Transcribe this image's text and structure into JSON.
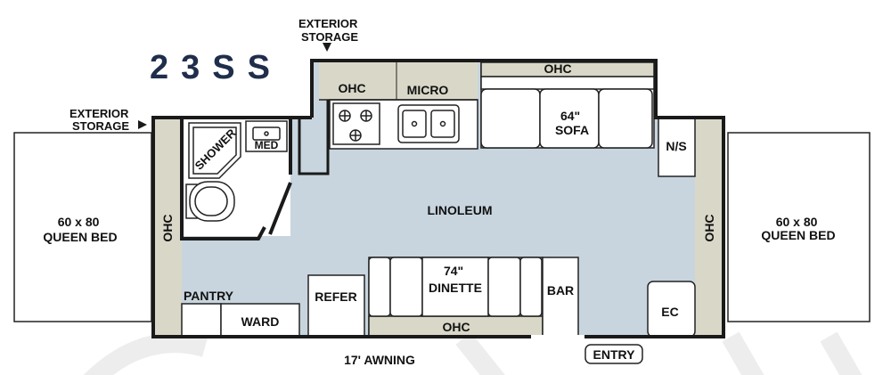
{
  "title": "23SS",
  "colors": {
    "floor": "#c8d5de",
    "cabinet": "#d9d8c8",
    "wall": "#1a1a1a",
    "model_text": "#1f2e4a",
    "watermark": "#ededed"
  },
  "labels": {
    "ext_storage_top": [
      "EXTERIOR",
      "STORAGE"
    ],
    "ext_storage_left": [
      "EXTERIOR",
      "STORAGE"
    ],
    "ohc_kitchen": "OHC",
    "micro": "MICRO",
    "ohc_sofa": "OHC",
    "sofa": [
      "64\"",
      "SOFA"
    ],
    "ns": "N/S",
    "shower": "SHOWER",
    "med": "MED",
    "bed_left": [
      "60 x 80",
      "QUEEN BED"
    ],
    "bed_right": [
      "60 x 80",
      "QUEEN BED"
    ],
    "ohc_left": "OHC",
    "ohc_right": "OHC",
    "linoleum": "LINOLEUM",
    "pantry": "PANTRY",
    "ward": "WARD",
    "refer": "REFER",
    "dinette": [
      "74\"",
      "DINETTE"
    ],
    "ohc_dinette": "OHC",
    "bar": "BAR",
    "ec": "EC",
    "awning": "17' AWNING",
    "entry": "ENTRY"
  }
}
